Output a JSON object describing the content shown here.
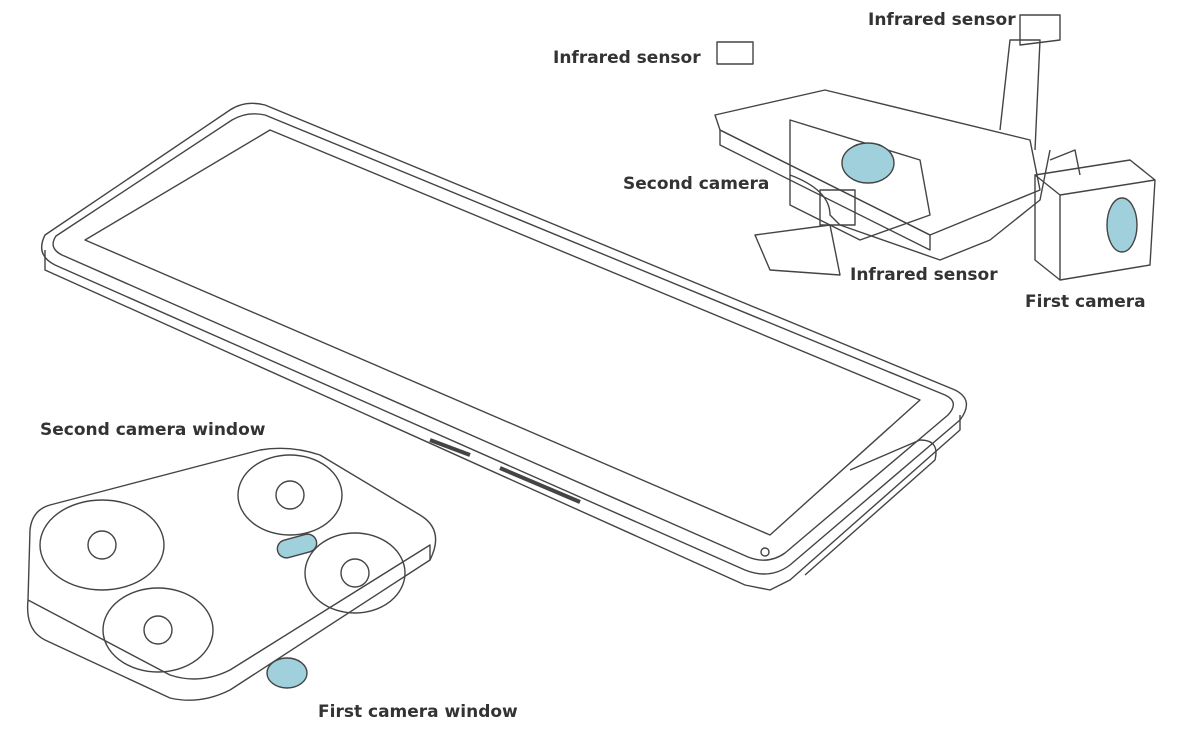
{
  "labels": {
    "infrared_sensor_left": "Infrared sensor",
    "infrared_sensor_top": "Infrared sensor",
    "infrared_sensor_bottom": "Infrared sensor",
    "second_camera": "Second camera",
    "first_camera": "First camera",
    "second_camera_window": "Second camera window",
    "first_camera_window": "First camera window"
  },
  "colors": {
    "lens": "#9fd0dc",
    "line": "#444444"
  }
}
